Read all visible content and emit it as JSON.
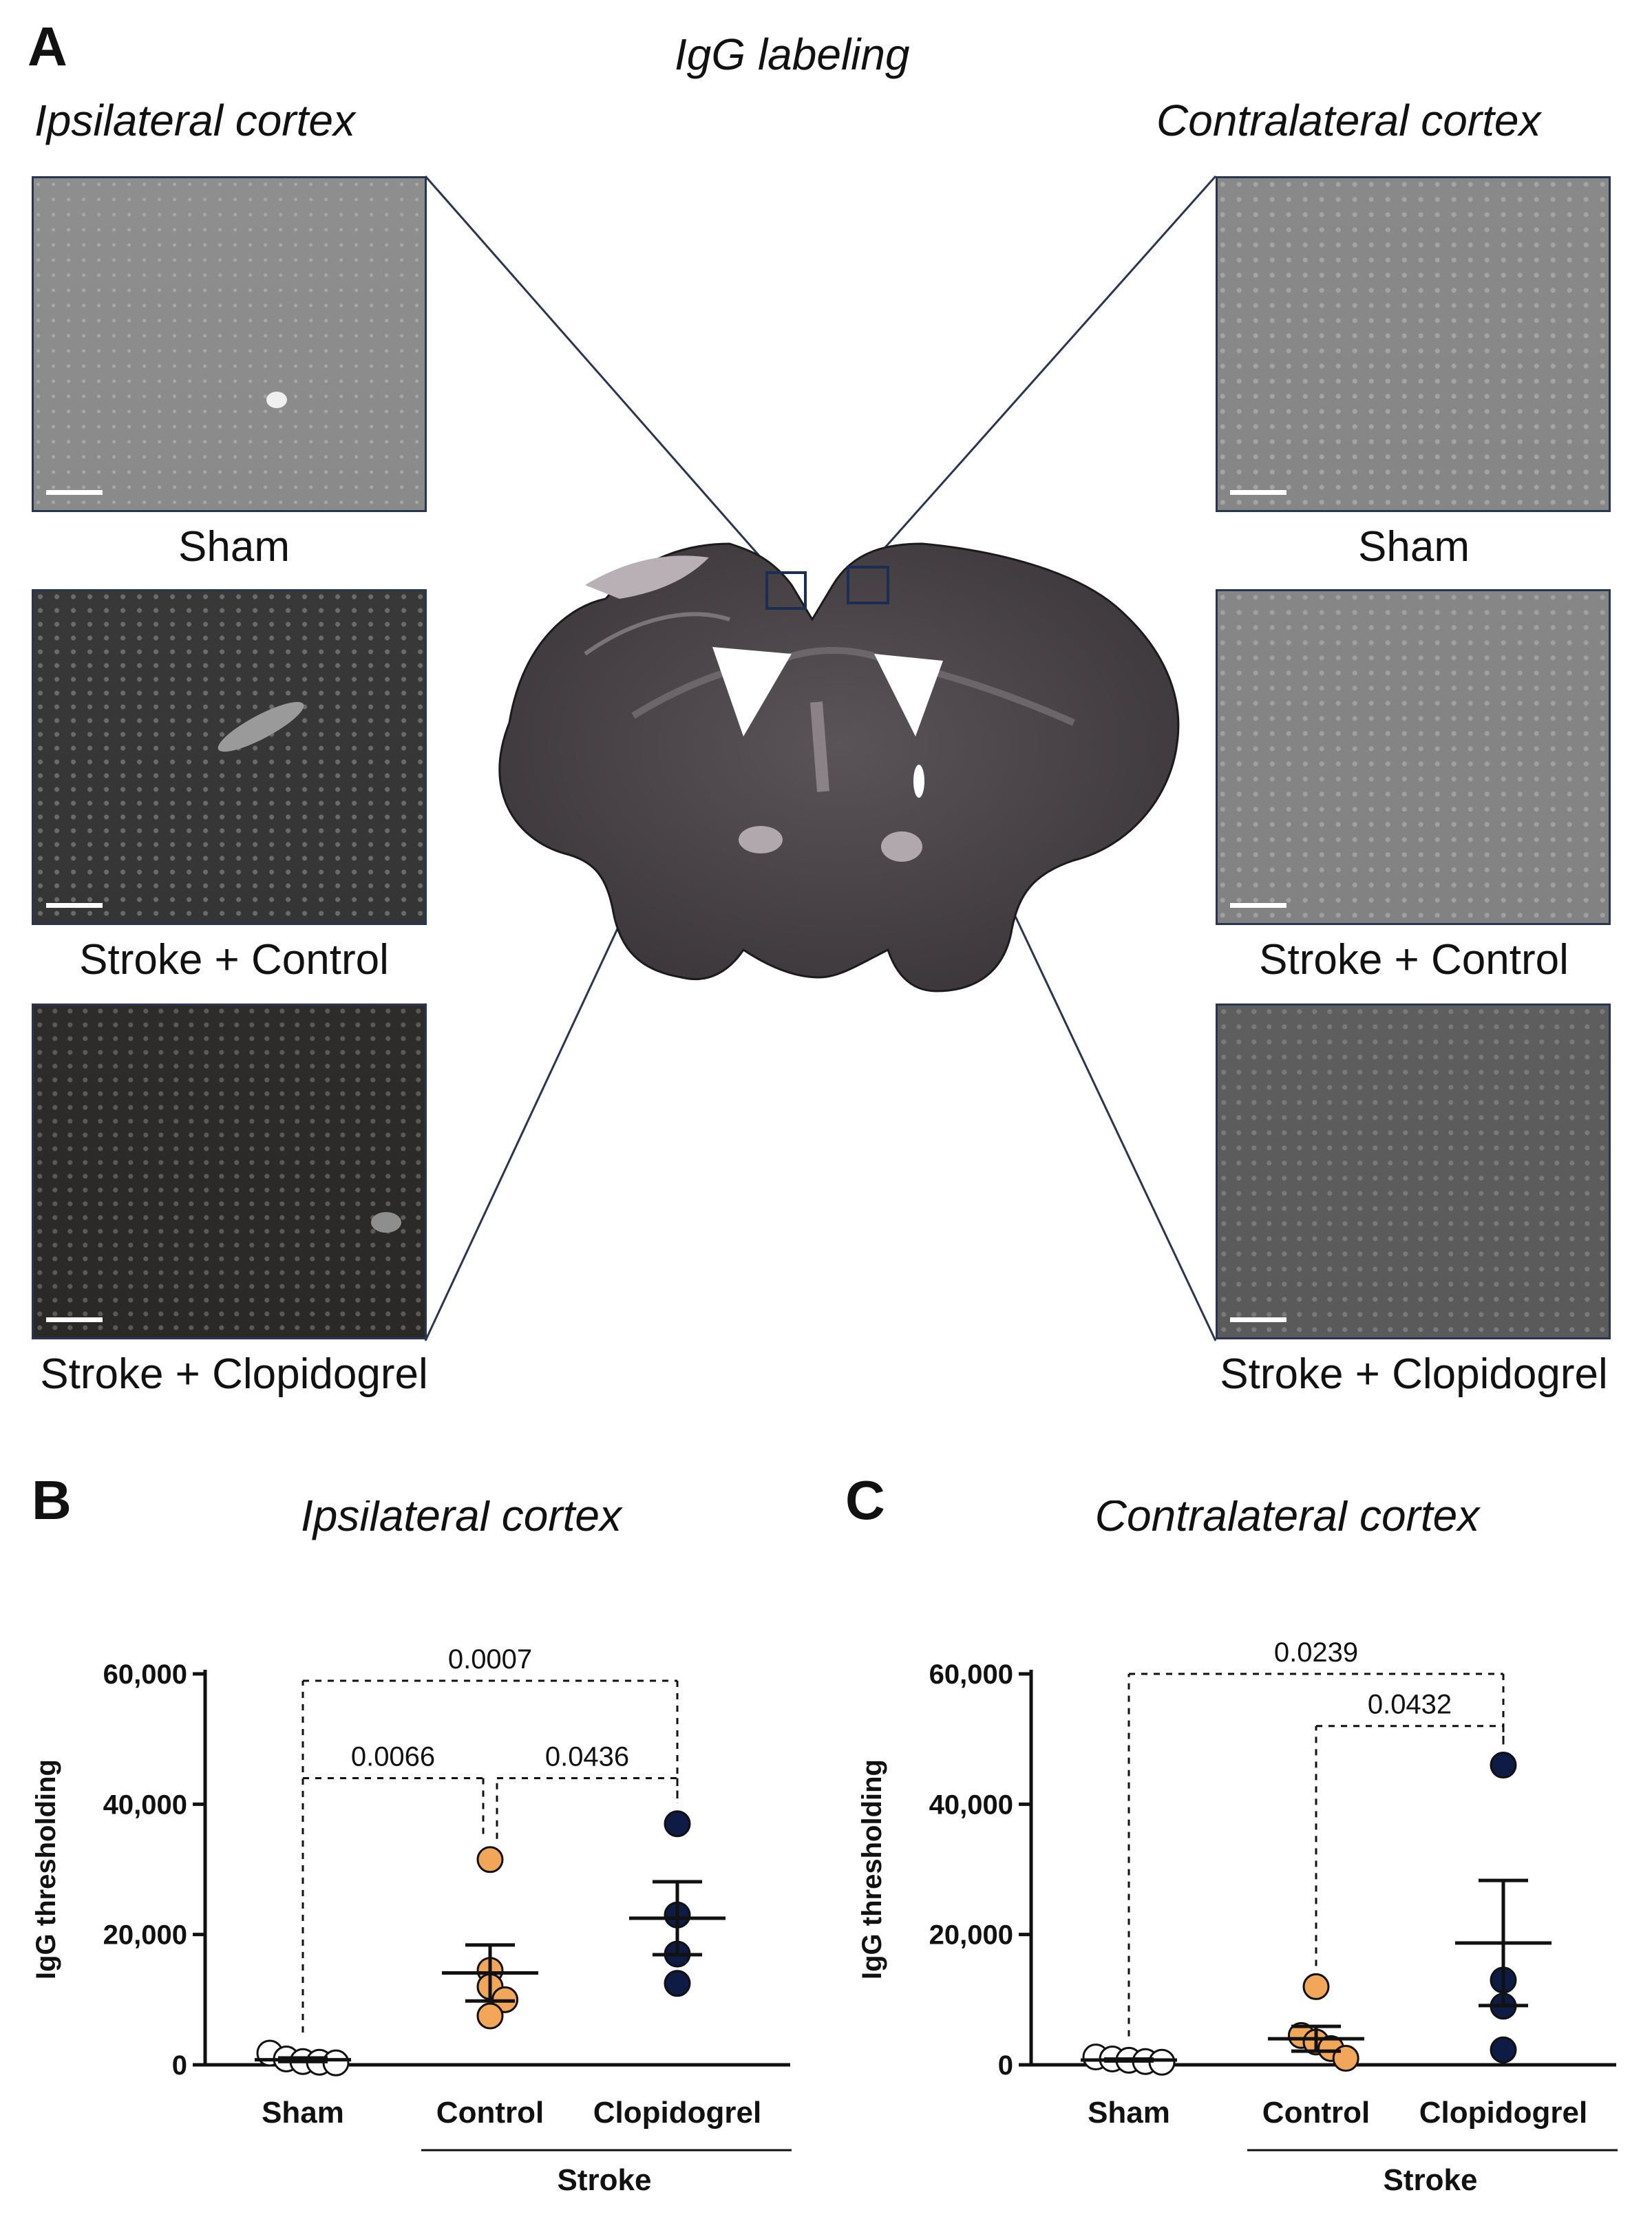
{
  "panel_a": {
    "letter": "A",
    "title": "IgG labeling",
    "left_heading": "Ipsilateral cortex",
    "right_heading": "Contralateral cortex",
    "left_captions": [
      "Sham",
      "Stroke + Control",
      "Stroke + Clopidogrel"
    ],
    "right_captions": [
      "Sham",
      "Stroke + Control",
      "Stroke + Clopidogrel"
    ]
  },
  "panel_b": {
    "letter": "B"
  },
  "panel_c": {
    "letter": "C"
  },
  "colors": {
    "sham": "#ffffff",
    "control": "#f2a65a",
    "clopidogrel": "#0d1b45",
    "frame": "#2a3550"
  },
  "chart_data": [
    {
      "type": "scatter",
      "panel": "B",
      "title": "Ipsilateral cortex",
      "ylabel": "IgG thresholding",
      "ylim": [
        0,
        60000
      ],
      "yticks": [
        0,
        20000,
        40000,
        60000
      ],
      "ytick_labels": [
        "0",
        "20,000",
        "40,000",
        "60,000"
      ],
      "categories": [
        "Sham",
        "Control",
        "Clopidogrel"
      ],
      "group_label": "Stroke",
      "series": [
        {
          "category": "Sham",
          "points": [
            1800,
            900,
            500,
            400,
            300
          ],
          "mean": 780,
          "sem": 280
        },
        {
          "category": "Control",
          "points": [
            31500,
            14500,
            12000,
            10000,
            7500
          ],
          "mean": 14100,
          "sem": 4300
        },
        {
          "category": "Clopidogrel",
          "points": [
            37000,
            23000,
            17000,
            12500
          ],
          "mean": 22500,
          "sem": 5600
        }
      ],
      "comparisons": [
        {
          "from": "Sham",
          "to": "Clopidogrel",
          "p": "0.0007"
        },
        {
          "from": "Sham",
          "to": "Control",
          "p": "0.0066"
        },
        {
          "from": "Control",
          "to": "Clopidogrel",
          "p": "0.0436"
        }
      ]
    },
    {
      "type": "scatter",
      "panel": "C",
      "title": "Contralateral cortex",
      "ylabel": "IgG thresholding",
      "ylim": [
        0,
        60000
      ],
      "yticks": [
        0,
        20000,
        40000,
        60000
      ],
      "ytick_labels": [
        "0",
        "20,000",
        "40,000",
        "60,000"
      ],
      "categories": [
        "Sham",
        "Control",
        "Clopidogrel"
      ],
      "group_label": "Stroke",
      "series": [
        {
          "category": "Sham",
          "points": [
            1200,
            900,
            700,
            500,
            400
          ],
          "mean": 740,
          "sem": 150
        },
        {
          "category": "Control",
          "points": [
            12000,
            4500,
            3500,
            2500,
            1000
          ],
          "mean": 4000,
          "sem": 1900
        },
        {
          "category": "Clopidogrel",
          "points": [
            46000,
            13000,
            9000,
            2300
          ],
          "mean": 18700,
          "sem": 9600
        }
      ],
      "comparisons": [
        {
          "from": "Sham",
          "to": "Clopidogrel",
          "p": "0.0239"
        },
        {
          "from": "Control",
          "to": "Clopidogrel",
          "p": "0.0432"
        }
      ]
    }
  ]
}
